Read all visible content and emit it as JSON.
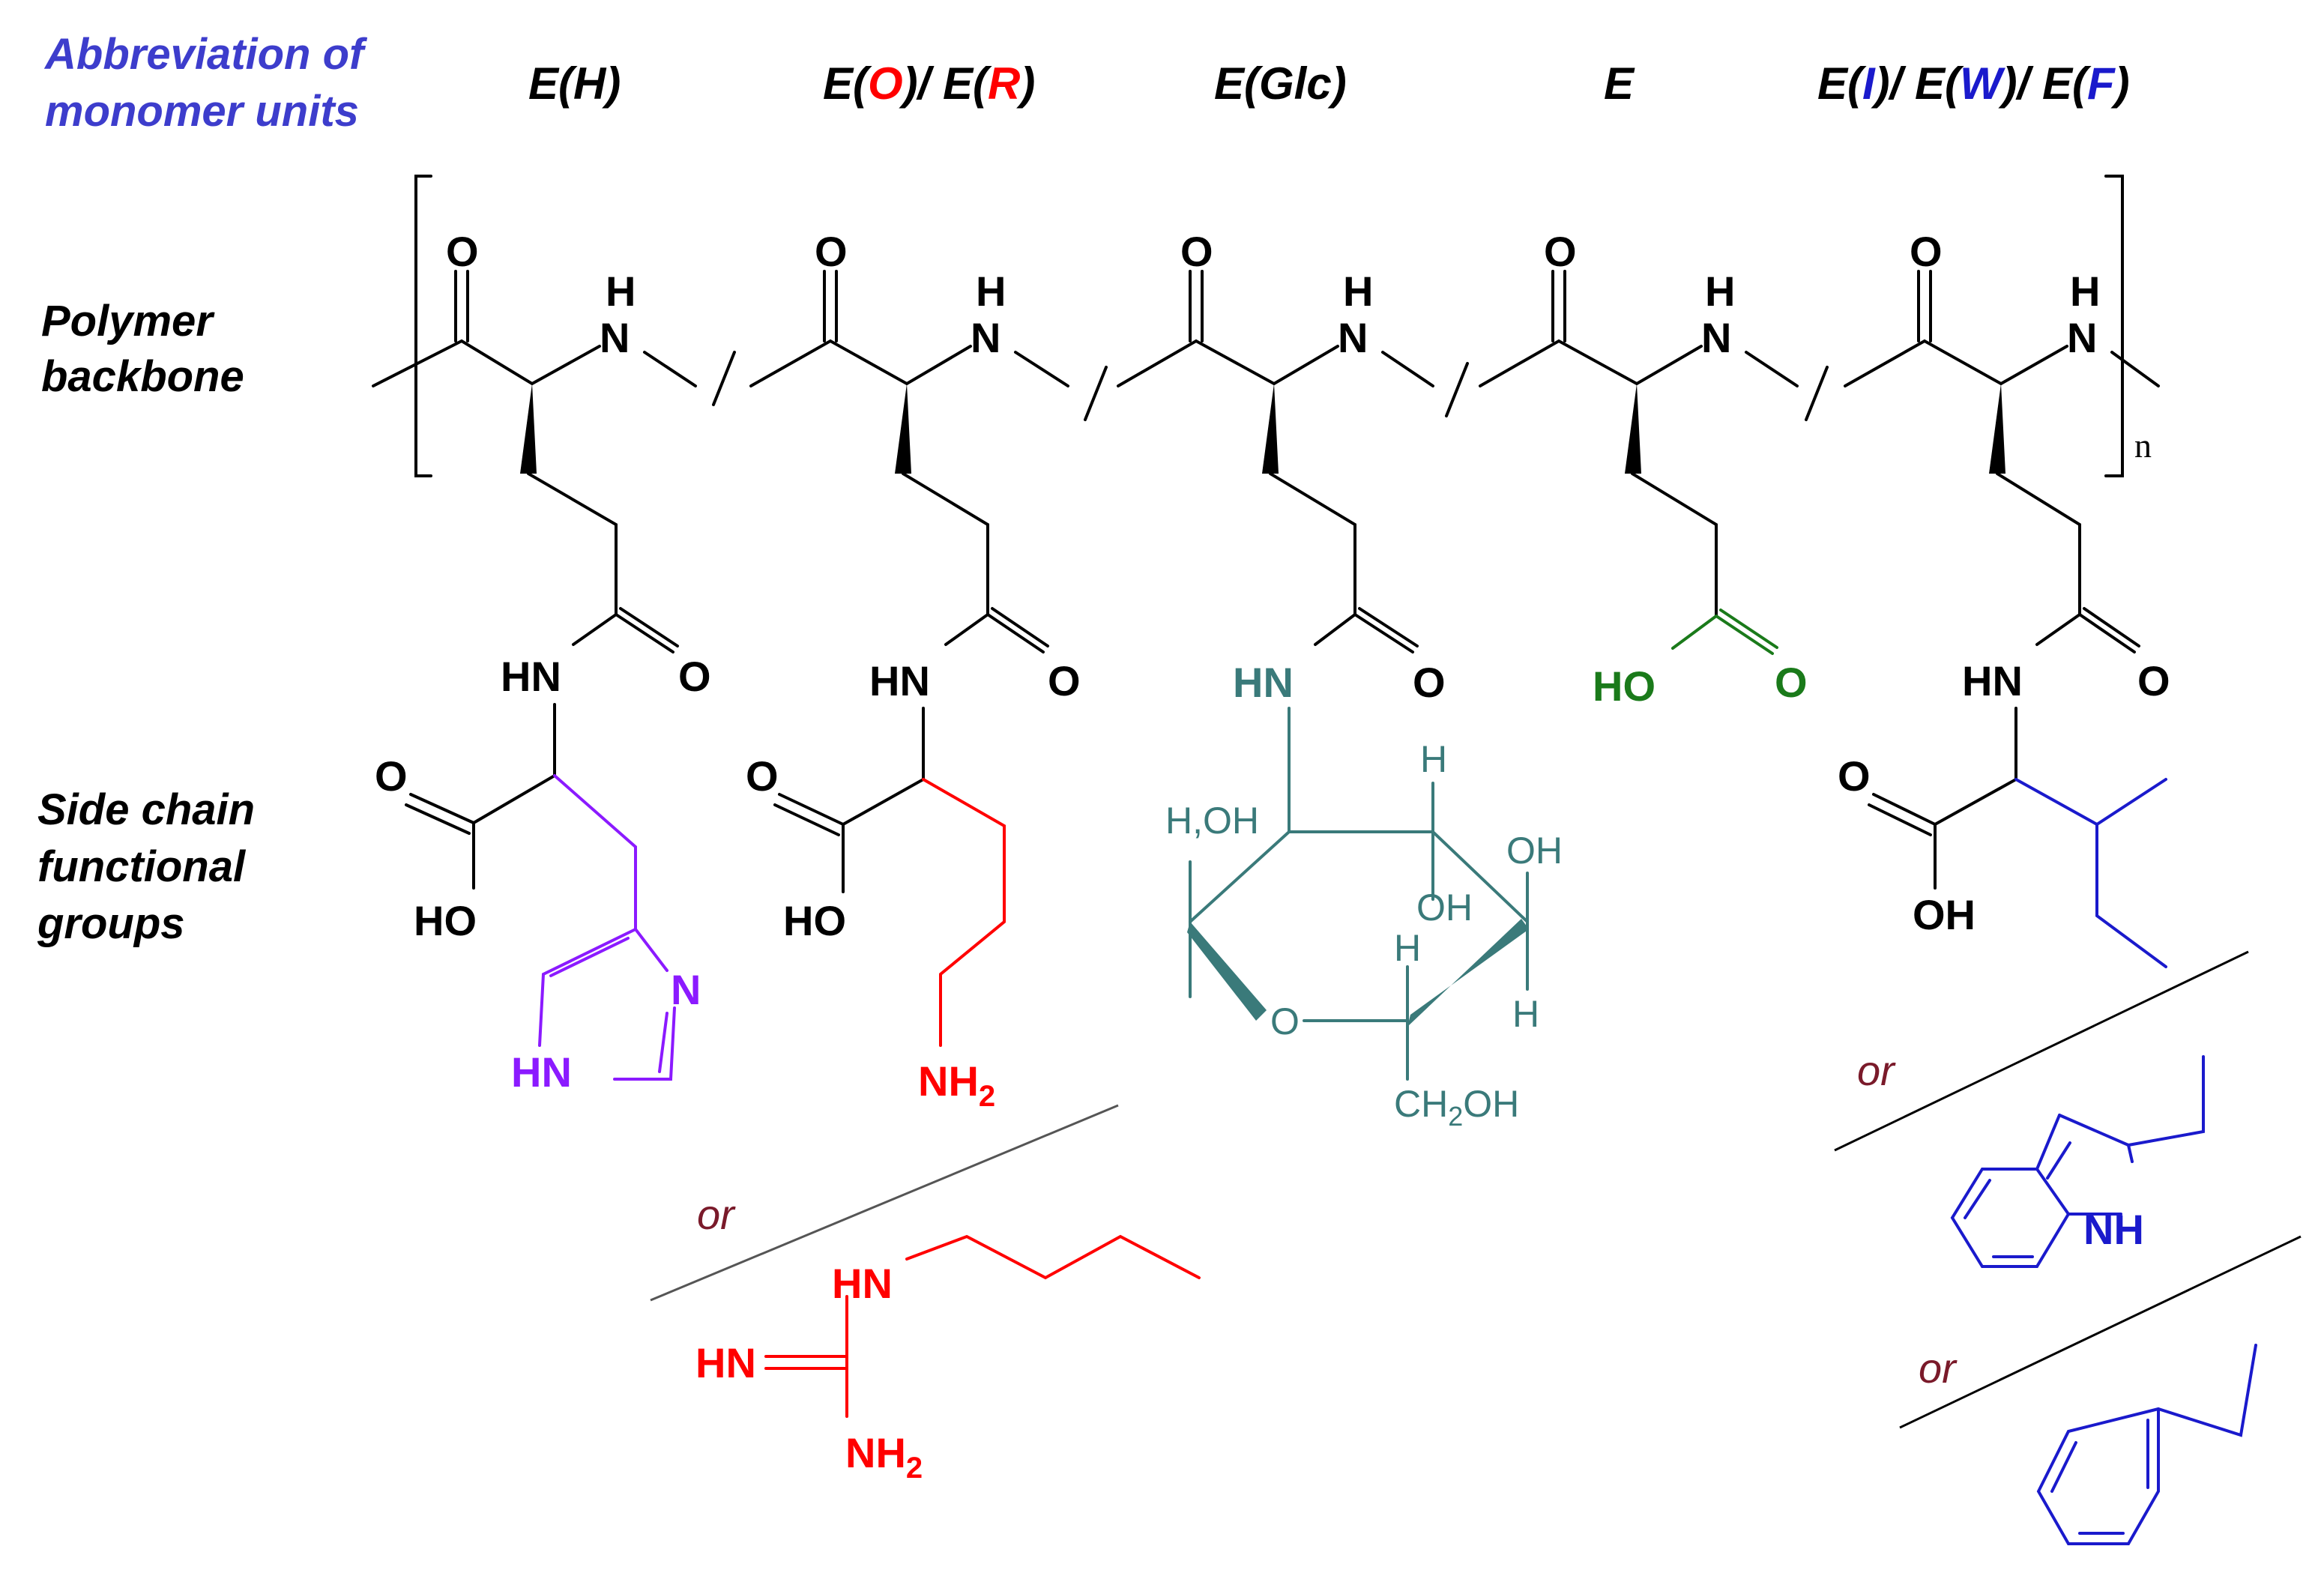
{
  "labels": {
    "abbrev_line1": "Abbreviation of",
    "abbrev_line2": "monomer units",
    "backbone_line1": "Polymer",
    "backbone_line2": "backbone",
    "side_line1": "Side chain",
    "side_line2": "functional",
    "side_line3": "groups"
  },
  "headers": {
    "h1": "E(H)",
    "h2": {
      "p1": "E(",
      "p2": "O",
      "p3": ")/ E(",
      "p4": "R",
      "p5": ")"
    },
    "h3": "E(Glc)",
    "h4": "E",
    "h5": {
      "p1": "E(",
      "p2": "I",
      "p3": ")/ E(",
      "p4": "W",
      "p5": ")/ E(",
      "p6": "F",
      "p7": ")"
    }
  },
  "atoms": {
    "O": "O",
    "H": "H",
    "N": "N",
    "HN": "HN",
    "HO": "HO",
    "OH": "OH",
    "NH": "NH",
    "NH2_main": "NH",
    "sub2": "2",
    "n": "n",
    "H_OH": "H,OH",
    "CH2OH_a": "CH",
    "CH2OH_b": "OH"
  },
  "or_text": "or",
  "colors": {
    "label_blue": "#3d3dcc",
    "histidine": "#8b1aff",
    "arginine": "#ff0000",
    "glucose": "#3a7a7a",
    "glutamate": "#1a7a1a",
    "aromatic": "#1a1acc",
    "or_text": "#7a1a2a",
    "black": "#000000"
  }
}
